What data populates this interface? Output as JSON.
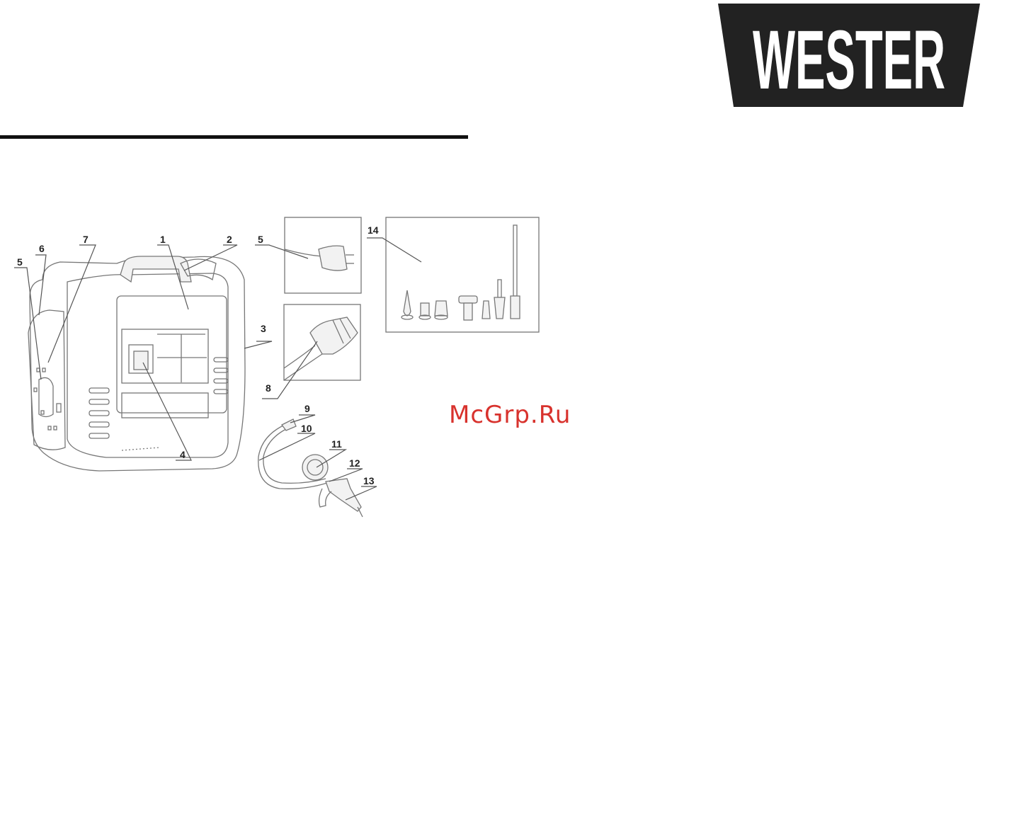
{
  "brand": {
    "logo_text": "WESTER",
    "logo_color": "#222222"
  },
  "watermark": {
    "text": "McGrp.Ru",
    "color": "#d8322d"
  },
  "callouts": [
    "1",
    "2",
    "3",
    "4",
    "5",
    "6",
    "7",
    "5",
    "8",
    "9",
    "10",
    "11",
    "12",
    "13",
    "14"
  ]
}
